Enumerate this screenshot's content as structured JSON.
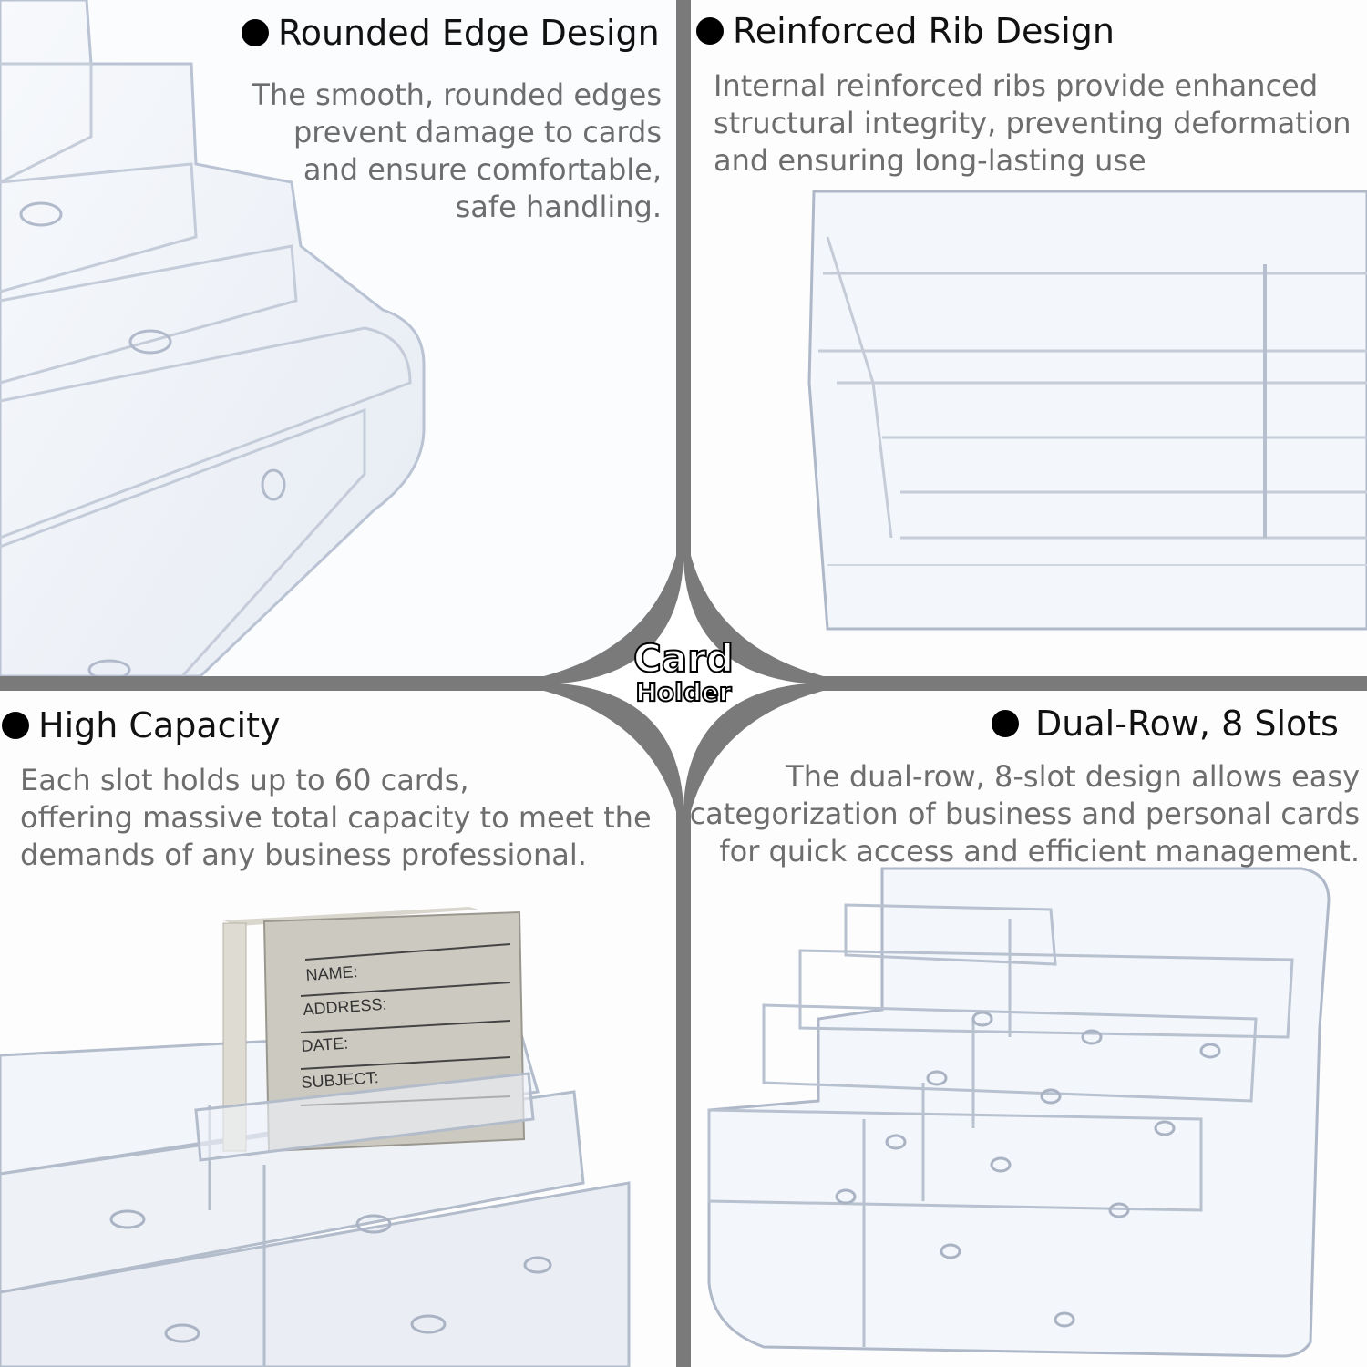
{
  "center_badge": {
    "line1": "Card",
    "line2": "Holder"
  },
  "panels": {
    "top_left": {
      "title": "Rounded Edge Design",
      "description": [
        "The smooth, rounded edges",
        "prevent damage to cards",
        "and ensure comfortable,",
        "safe handling."
      ]
    },
    "top_right": {
      "title": "Reinforced Rib Design",
      "description": [
        "Internal reinforced ribs provide enhanced",
        "structural integrity, preventing deformation",
        "and ensuring long-lasting use"
      ]
    },
    "bottom_left": {
      "title": "High Capacity",
      "description": [
        "Each slot holds up to 60 cards,",
        "offering massive total capacity to meet the",
        "demands of any business professional."
      ],
      "card_fields": [
        "NAME:",
        "ADDRESS:",
        "DATE:",
        "SUBJECT:"
      ]
    },
    "bottom_right": {
      "title": "Dual-Row, 8 Slots",
      "description": [
        "The dual-row, 8-slot design allows easy",
        "categorization of business and personal cards",
        "for quick access and efficient management."
      ]
    }
  },
  "colors": {
    "divider": "#7a7a7a",
    "bullet": "#000000",
    "heading_text": "#111111",
    "body_text": "#6d6d6d",
    "acrylic_edge": "#b9c3d4"
  }
}
